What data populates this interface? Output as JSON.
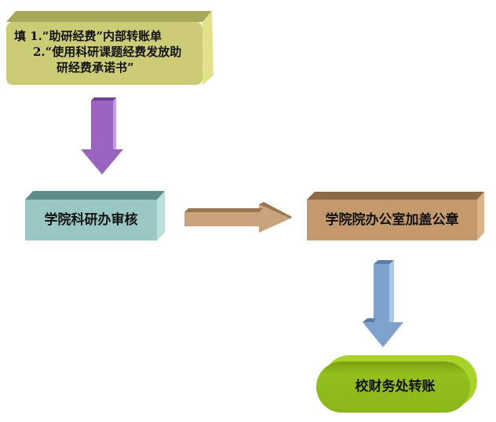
{
  "steps": {
    "fill_forms": {
      "prefix": "填",
      "line1": "1.“助研经费”内部转账单",
      "line2": "2.“使用科研课题经费发放助",
      "line3": "研经费承诺书”"
    },
    "college_review": "学院科研办审核",
    "office_seal": "学院院办公室加盖公章",
    "finance_transfer": "校财务处转账"
  },
  "colors": {
    "step1": "#cccc77",
    "step2": "#99c7c4",
    "step3": "#c49a6c",
    "step4": "#8dbb1c",
    "arrow_purple": "#9a63c0",
    "arrow_brown": "#c8a37c",
    "arrow_blue": "#7ea2cc"
  }
}
